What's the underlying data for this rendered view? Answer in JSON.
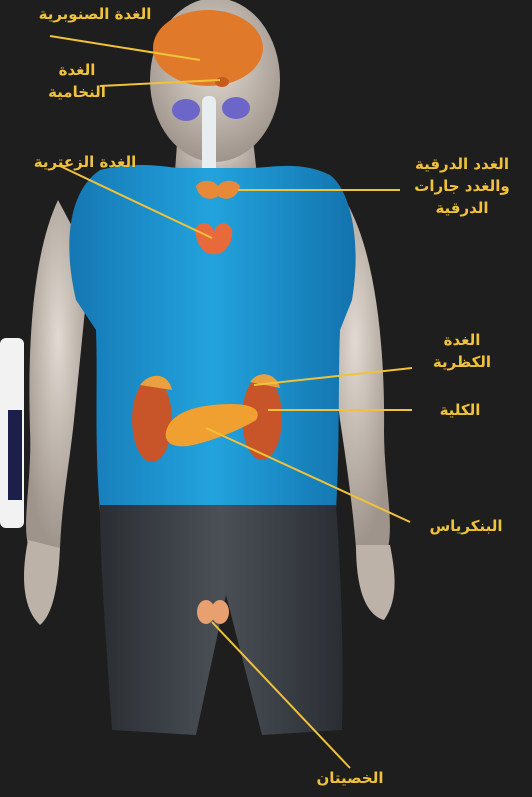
{
  "labels": {
    "pineal": "الغدة الصنوبرية",
    "pituitary_1": "الغدة",
    "pituitary_2": "النخامية",
    "thymus": "الغدة الزعترية",
    "thyroid_1": "الغدد الدرقية",
    "thyroid_2": "والغدد جارات",
    "thyroid_3": "الدرقية",
    "adrenal_1": "الغدة",
    "adrenal_2": "الكظرية",
    "kidney": "الكلية",
    "pancreas": "البنكرياس",
    "testes": "الخصيتان"
  },
  "colors": {
    "background": "#1e1e1e",
    "label_text": "#f0c23a",
    "leader_line": "#f0c23a",
    "shirt": "#1e9bd6",
    "skin": "#c9bfb6",
    "pants": "#3a3f44",
    "organ": "#e8893a"
  }
}
